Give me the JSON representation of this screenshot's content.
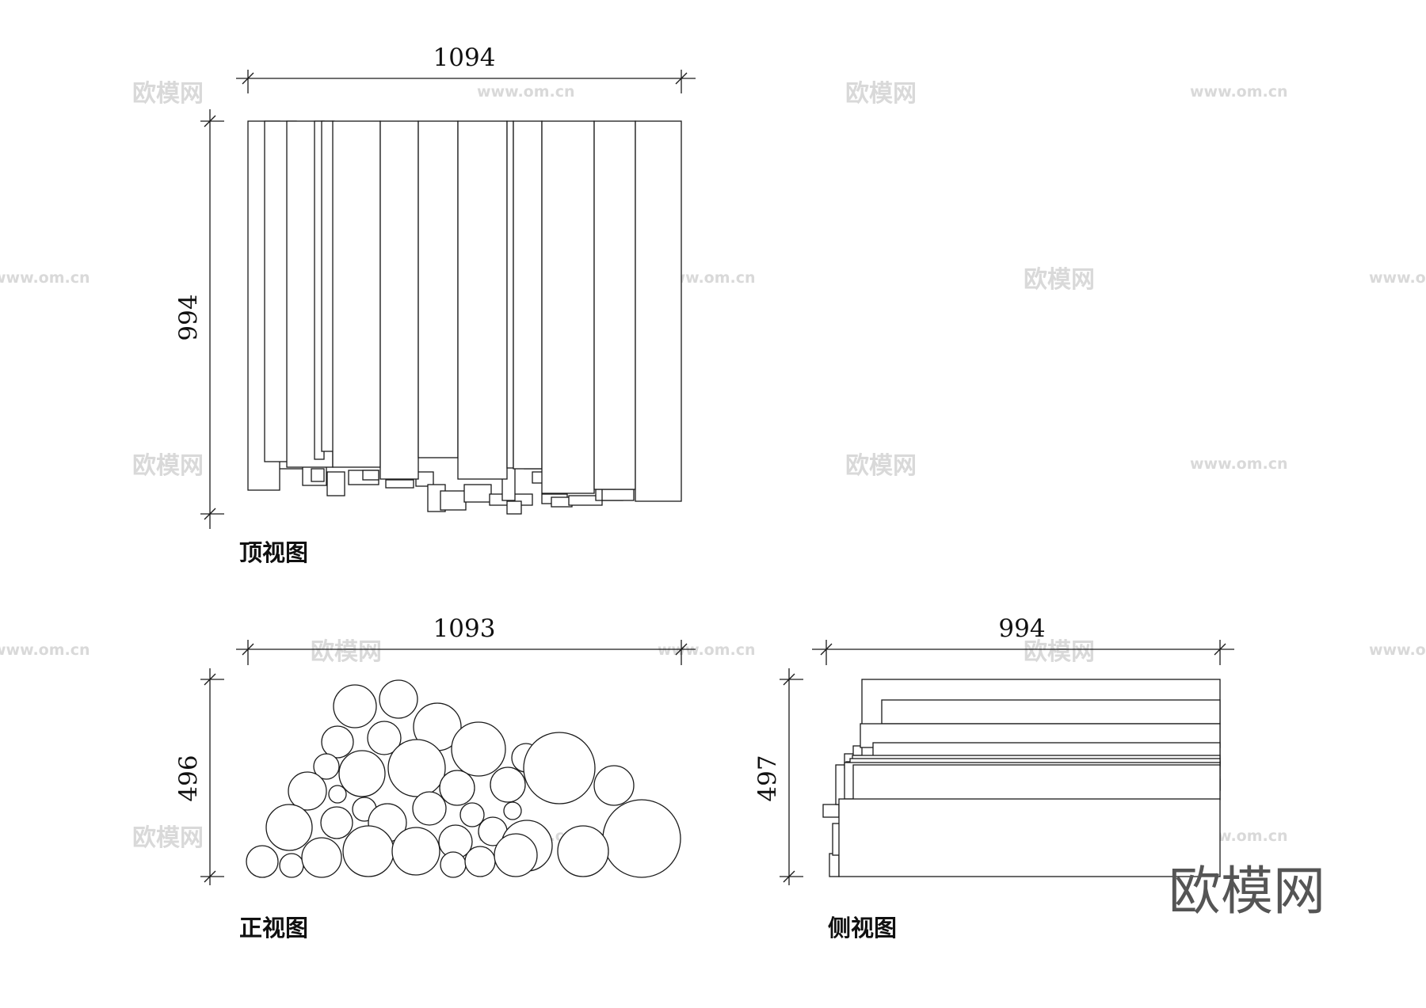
{
  "dimensions": {
    "top_width": "1094",
    "top_depth": "994",
    "front_width": "1093",
    "front_height": "496",
    "side_width": "994",
    "side_height": "497"
  },
  "labels": {
    "top_view": "顶视图",
    "front_view": "正视图",
    "side_view": "侧视图"
  },
  "watermark": {
    "brand": "欧模网",
    "url": "www.om.cn"
  },
  "colors": {
    "line": "#1a1a1a",
    "background": "#ffffff",
    "watermark": "#d9d9d9"
  }
}
